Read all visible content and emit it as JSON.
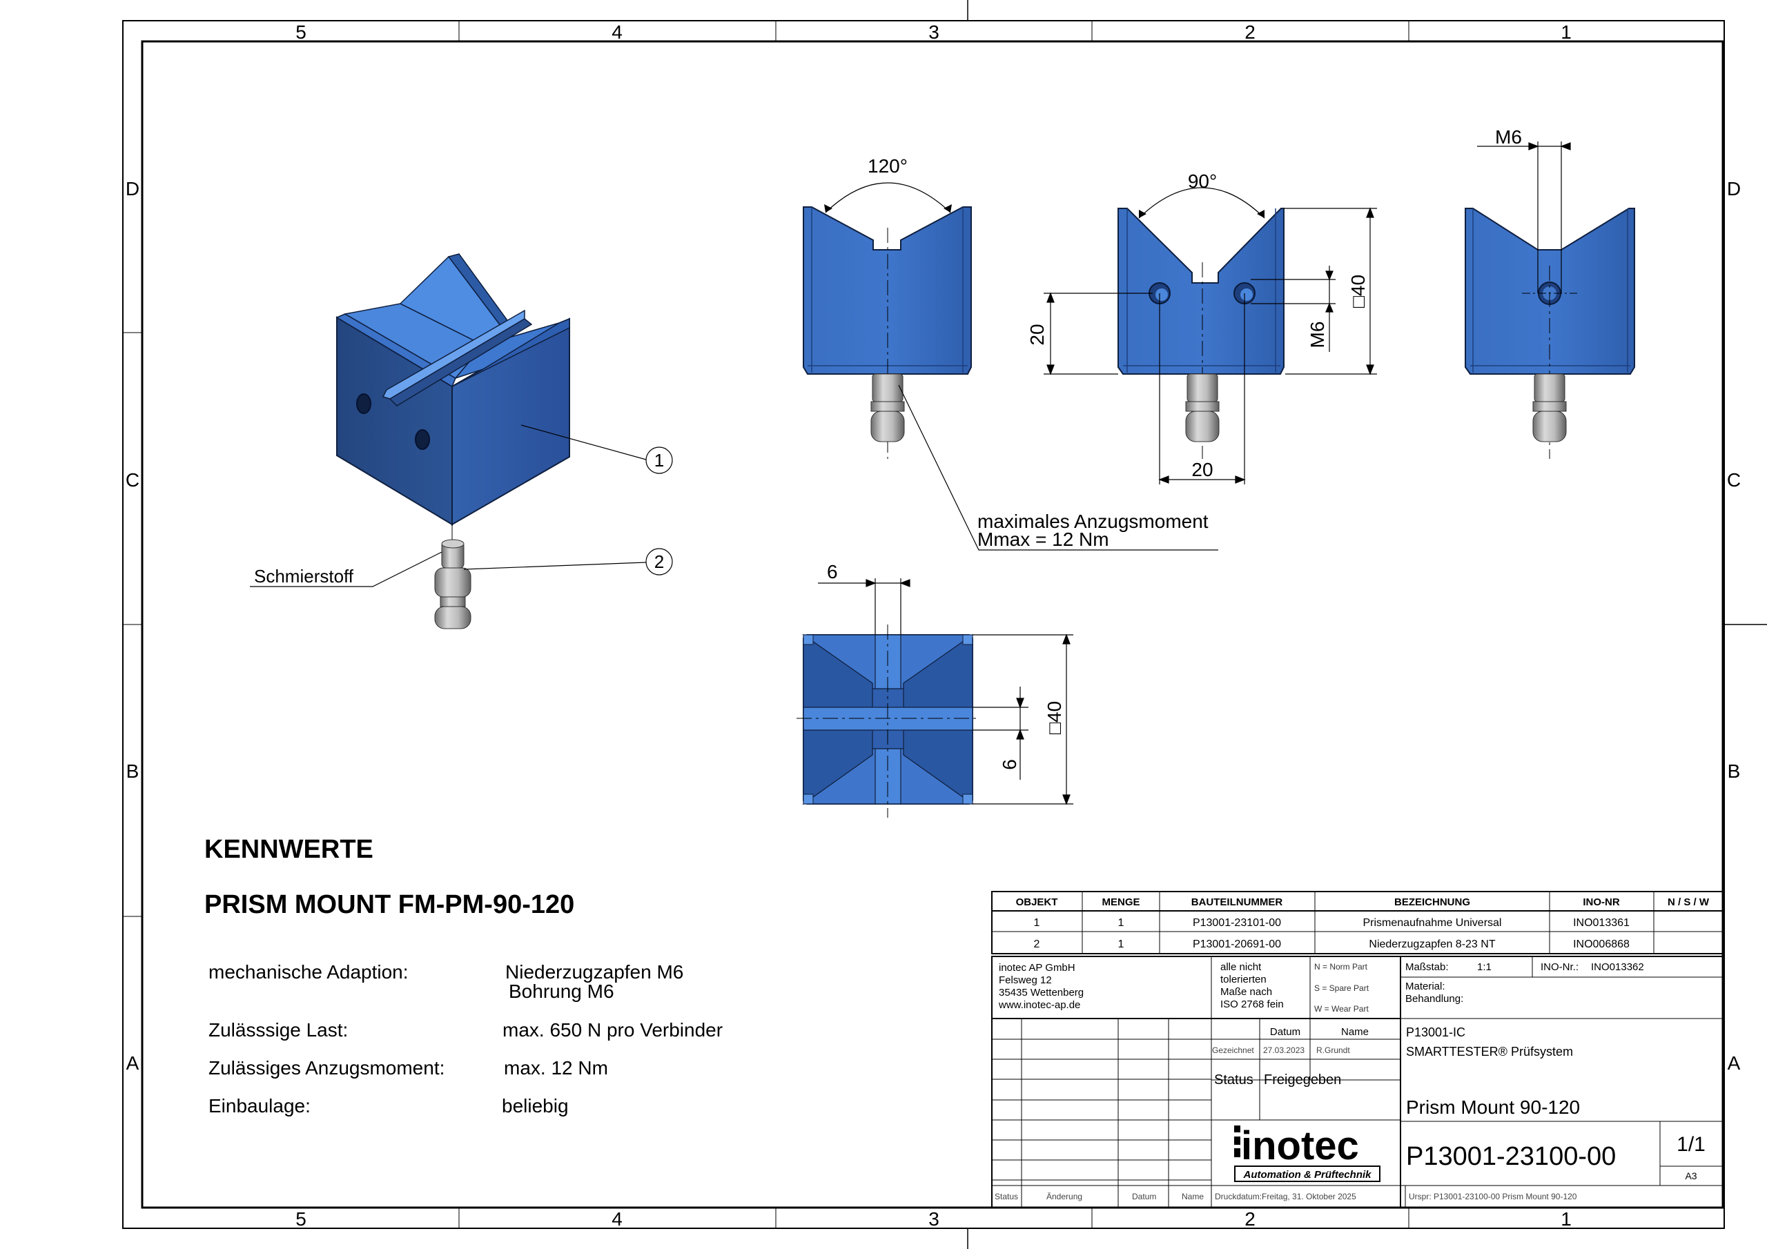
{
  "frame": {
    "col_labels": [
      "5",
      "4",
      "3",
      "2",
      "1"
    ],
    "row_labels": [
      "D",
      "C",
      "B",
      "A"
    ]
  },
  "views": {
    "angle_120": "120°",
    "angle_90": "90°",
    "dim_m6_top": "M6",
    "dim_m6_side": "M6",
    "dim_20_vert": "20",
    "dim_20_horiz": "20",
    "dim_square40_front": "□40",
    "dim_6_top": "6",
    "dim_6_side": "6",
    "dim_square40_top": "□40"
  },
  "callouts": {
    "item1": "1",
    "item2": "2",
    "lubricant": "Schmierstoff",
    "torque_line1": "maximales Anzugsmoment",
    "torque_line2": "Mmax = 12 Nm"
  },
  "characteristics": {
    "heading": "KENNWERTE",
    "product": "PRISM MOUNT FM-PM-90-120",
    "rows": [
      {
        "label": "mechanische Adaption:",
        "value": "Niederzugzapfen M6",
        "value2": "Bohrung M6"
      },
      {
        "label": "Zulässsige Last:",
        "value": "max. 650 N pro Verbinder"
      },
      {
        "label": "Zulässiges Anzugsmoment:",
        "value": "max. 12 Nm"
      },
      {
        "label": "Einbaulage:",
        "value": "beliebig"
      }
    ]
  },
  "bom": {
    "headers": [
      "OBJEKT",
      "MENGE",
      "BAUTEILNUMMER",
      "BEZEICHNUNG",
      "INO-NR",
      "N / S / W"
    ],
    "rows": [
      [
        "1",
        "1",
        "P13001-23101-00",
        "Prismenaufnahme Universal",
        "INO013361",
        ""
      ],
      [
        "2",
        "1",
        "P13001-20691-00",
        "Niederzugzapfen 8-23 NT",
        "INO006868",
        ""
      ]
    ]
  },
  "title_block": {
    "company": [
      "inotec AP GmbH",
      "Felsweg 12",
      "35435 Wettenberg",
      "www.inotec-ap.de"
    ],
    "tolerance": [
      "alle nicht",
      "tolerierten",
      "Maße nach",
      "ISO 2768 fein"
    ],
    "part_types": [
      "N = Norm Part",
      "S = Spare Part",
      "W = Wear Part"
    ],
    "scale_label": "Maßstab:",
    "scale_value": "1:1",
    "ino_label": "INO-Nr.:",
    "ino_value": "INO013362",
    "material_label": "Material:",
    "treatment_label": "Behandlung:",
    "date_header": "Datum",
    "name_header": "Name",
    "drawn_label": "Gezeichnet",
    "drawn_date": "27.03.2023",
    "drawn_name": "R.Grundt",
    "status_label": "Status",
    "status_value": "Freigegeben",
    "project": "P13001-IC",
    "system": "SMARTTESTER® Prüfsystem",
    "title": "Prism Mount 90-120",
    "drawing_number": "P13001-23100-00",
    "sheet": "1/1",
    "format": "A3",
    "logo_main": "inotec",
    "logo_sub": "Automation & Prüftechnik",
    "rev_headers": [
      "Status",
      "Änderung",
      "Datum",
      "Name"
    ],
    "print_date": "Druckdatum:Freitag, 31. Oktober 2025",
    "origin": "Urspr: P13001-23100-00 Prism Mount 90-120"
  }
}
